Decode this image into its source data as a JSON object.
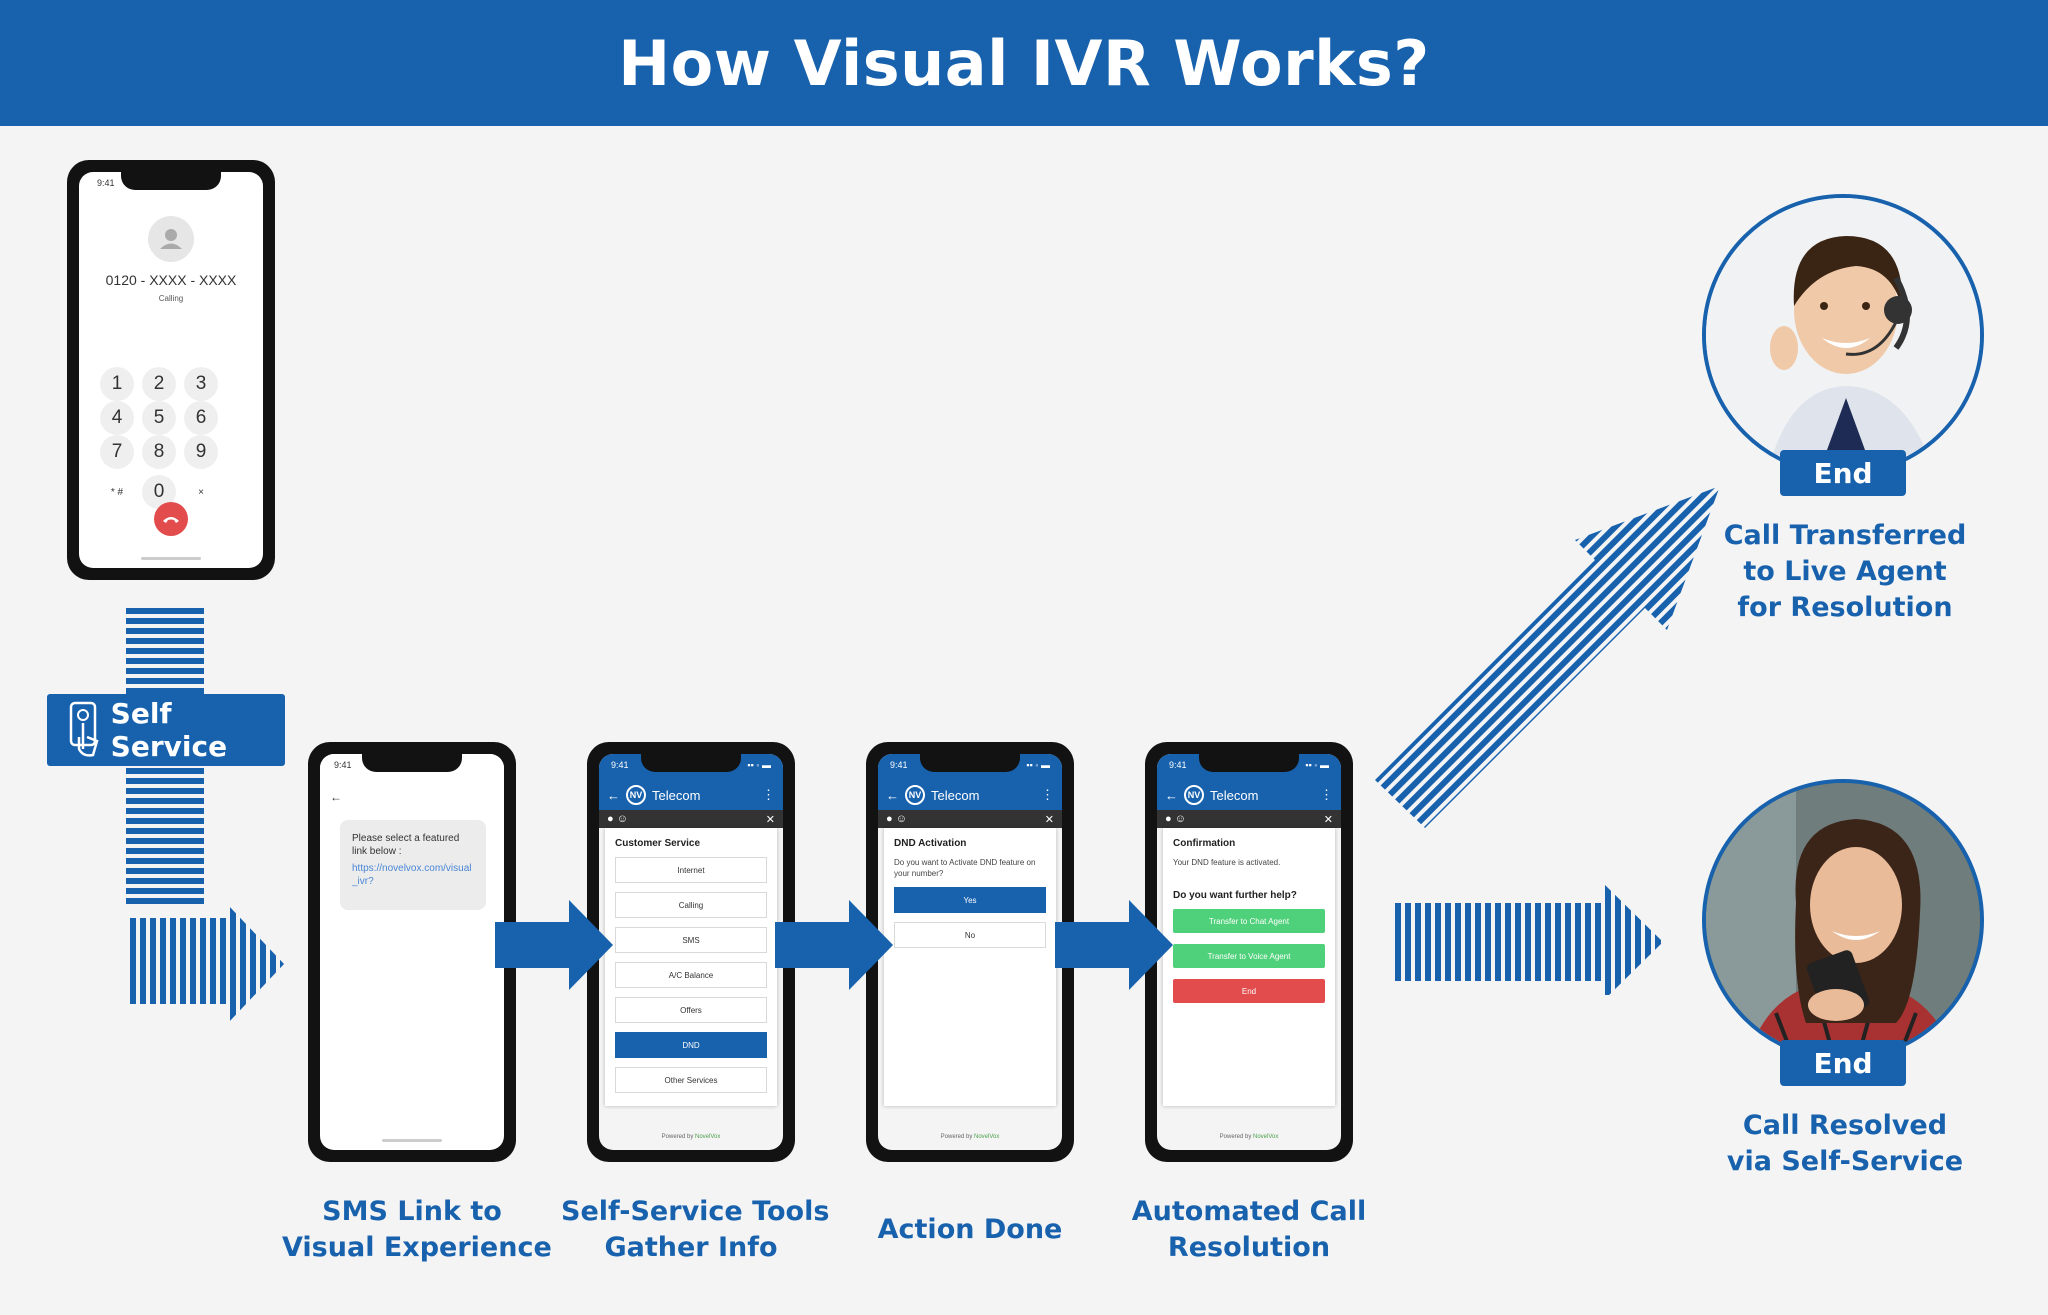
{
  "title": "How Visual IVR Works?",
  "self_service_label": "Self Service",
  "dialer": {
    "number": "0120 - XXXX - XXXX",
    "status": "Calling",
    "time": "9:41",
    "keys": [
      "1",
      "2",
      "3",
      "4",
      "5",
      "6",
      "7",
      "8",
      "9",
      "* #",
      "0",
      "×"
    ]
  },
  "sms_screen": {
    "time": "9:41",
    "message": "Please select a featured link below :",
    "link": "https://novelvox.com/visual_ivr?"
  },
  "app_name": "Telecom",
  "powered_by": "Powered by",
  "brand": "NovelVox",
  "menu_screen": {
    "title": "Customer Service",
    "options": [
      "Internet",
      "Calling",
      "SMS",
      "A/C Balance",
      "Offers",
      "DND",
      "Other Services"
    ]
  },
  "dnd_screen": {
    "title": "DND Activation",
    "question": "Do you want to Activate DND feature on your number?",
    "yes": "Yes",
    "no": "No"
  },
  "confirm_screen": {
    "title": "Confirmation",
    "message": "Your DND feature is activated.",
    "question": "Do you want further help?",
    "chat_btn": "Transfer to Chat Agent",
    "voice_btn": "Transfer to Voice Agent",
    "end_btn": "End"
  },
  "steps": [
    {
      "lines": [
        "SMS Link to",
        "Visual Experience"
      ]
    },
    {
      "lines": [
        "Self-Service Tools",
        "Gather Info"
      ]
    },
    {
      "lines": [
        "Action Done"
      ]
    },
    {
      "lines": [
        "Automated Call",
        "Resolution"
      ]
    }
  ],
  "outcomes": [
    {
      "tag": "End",
      "lines": [
        "Call Transferred",
        "to Live Agent",
        "for Resolution"
      ]
    },
    {
      "tag": "End",
      "lines": [
        "Call Resolved",
        "via Self-Service"
      ]
    }
  ],
  "colors": {
    "brand_blue": "#1761ad",
    "green": "#4fd07a",
    "red": "#e24c4c"
  }
}
